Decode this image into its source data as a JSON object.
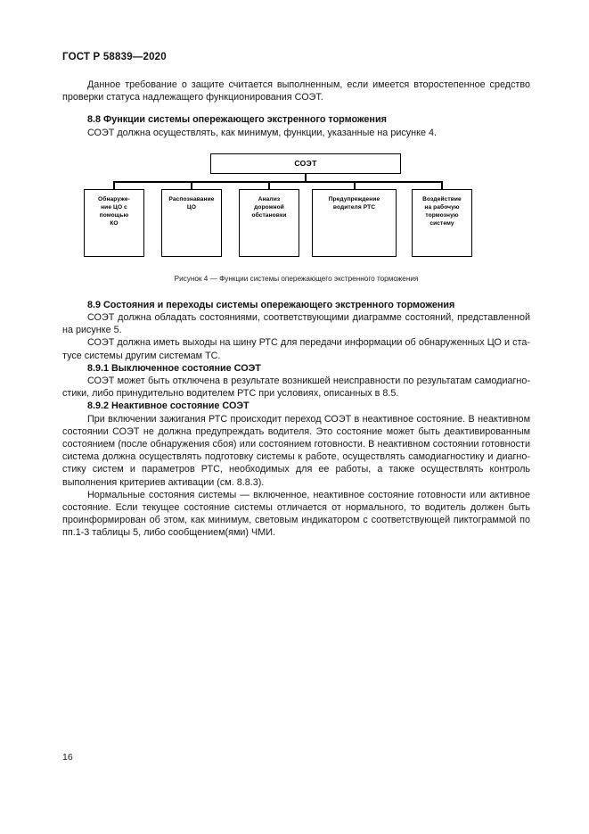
{
  "document": {
    "running_head": "ГОСТ Р 58839—2020",
    "page_number": "16"
  },
  "intro_paragraph": "Данное требование о защите считается выполненным, если имеется второстепенное средство проверки статуса надлежащего функционирования СОЭТ.",
  "section_8_8": {
    "heading": "8.8 Функции системы опережающего экстренного торможения",
    "paragraph": "СОЭТ должна осуществлять, как минимум, функции, указанные на рисунке 4."
  },
  "figure_4": {
    "root": {
      "label": "СОЭТ"
    },
    "leaves": [
      {
        "label": "Обнаруже-\nние ЦО с\nпомощью\nКО"
      },
      {
        "label": "Распознавание\nЦО"
      },
      {
        "label": "Анализ\nдорожной\nобстановки"
      },
      {
        "label": "Предупреждение\nводителя РТС"
      },
      {
        "label": "Воздействие\nна рабочую\nтормозную\nсистему"
      }
    ],
    "caption": "Рисунок 4 — Функции системы опережающего экстренного торможения"
  },
  "section_8_9": {
    "heading": "8.9 Состояния и переходы системы опережающего экстренного торможения",
    "paragraph_1": "СОЭТ должна обладать состояниями, соответствующими диаграмме состояний, представленной на рисунке 5.",
    "paragraph_2": "СОЭТ должна иметь выходы на шину РТС для передачи информации об обнаруженных ЦО и ста­тусе системы другим системам ТС."
  },
  "section_8_9_1": {
    "heading": "8.9.1 Выключенное состояние СОЭТ",
    "paragraph": "СОЭТ может быть отключена в результате возникшей неисправности по результатам самодиагно­стики, либо принудительно водителем РТС при условиях, описанных в 8.5."
  },
  "section_8_9_2": {
    "heading": "8.9.2 Неактивное состояние СОЭТ",
    "paragraph_1": "При включении зажигания РТС происходит переход СОЭТ в неактивное состояние. В неактивном состоянии СОЭТ не должна предупреждать водителя. Это состояние может быть деактивированным состоянием (после обнаружения сбоя) или состоянием готовности. В неактивном состоянии готовности система должна осуществлять подготовку системы к работе, осуществлять самодиагностику и диагно­стику систем и параметров РТС, необходимых для ее работы, а также осуществлять контроль выполне­ния критериев активации (см. 8.8.3).",
    "paragraph_2": "Нормальные состояния системы — включенное, неактивное состояние готовности или активное состояние. Если текущее состояние системы отличается от нормального, то водитель должен быть проинформирован об этом, как минимум, световым индикатором с соответствующей пиктограммой по пп.1-3 таблицы 5, либо сообщением(ями) ЧМИ."
  },
  "colors": {
    "text": "#161616",
    "rule": "#000000",
    "background": "#ffffff"
  }
}
